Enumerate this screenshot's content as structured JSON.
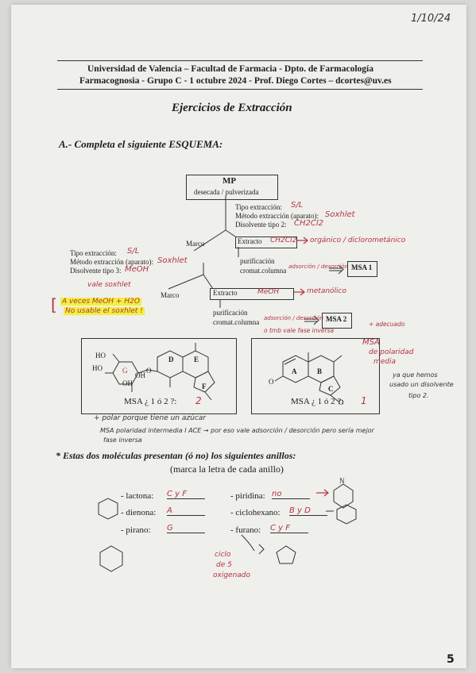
{
  "date": "1/10/24",
  "header": {
    "line1": "Universidad de Valencia – Facultad de Farmacia - Dpto. de Farmacología",
    "line2": "Farmacognosia - Grupo C - 1 octubre 2024 - Prof. Diego Cortes – dcortes@uv.es"
  },
  "title": "Ejercicios de Extracción",
  "section_a": "A.- Completa el siguiente ESQUEMA:",
  "scheme": {
    "mp": "MP",
    "mp_sub": "desecada / pulverizada",
    "top_tipo": "Tipo extracción:",
    "top_tipo_ans": "S/L",
    "top_metodo": "Método extracción (aparato):",
    "top_metodo_ans": "Soxhlet",
    "top_disolvente": "Disolvente tipo 2:",
    "top_disolvente_ans": "CH2Cl2",
    "marco1": "Marco",
    "extracto1": "Extracto",
    "extracto1_ans": "CH2Cl2",
    "extracto1_note": "orgánico / diclorometánico",
    "purif1_a": "purificación",
    "purif1_b": "cromat.columna",
    "purif1_ans": "adsorción / desorción",
    "msa1": "MSA 1",
    "left_tipo": "Tipo extracción:",
    "left_tipo_ans": "S/L",
    "left_metodo": "Método extracción (aparato):",
    "left_metodo_ans": "Soxhlet",
    "left_disolvente": "Disolvente tipo 3:",
    "left_disolvente_ans": "MeOH",
    "left_note1": "vale soxhlet",
    "left_hl1": "A veces MeOH + H2O",
    "left_hl2": "No usable el soxhlet !",
    "marco2": "Marco",
    "extracto2": "Extracto",
    "extracto2_ans": "MeOH",
    "extracto2_note": "metanólico",
    "purif2_a": "purificación",
    "purif2_b": "cromat.columna",
    "purif2_ans": "adsorción / desorción",
    "msa2": "MSA 2",
    "msa2_note": "o tmb vale fase inversa",
    "msa2_note2": "+ adecuado"
  },
  "molecules": {
    "left_labels": {
      "ho1": "HO",
      "ho2": "HO",
      "o": "O",
      "oh1": "OH",
      "oh2": "OH",
      "d": "D",
      "e": "E",
      "f": "F",
      "g": "G"
    },
    "left_question": "MSA ¿ 1 ó 2 ?:",
    "left_answer": "2",
    "right_labels": {
      "a": "A",
      "b": "B",
      "c": "C",
      "o1": "O",
      "o2": "O"
    },
    "right_question": "MSA ¿ 1 ó 2 ?:",
    "right_answer": "1",
    "right_note1": "MSA",
    "right_note2": "de polaridad",
    "right_note3": "media",
    "right_note4": "ya que hemos",
    "right_note5": "usado un disolvente",
    "right_note6": "tipo 2."
  },
  "notes": {
    "n1": "+ polar porque tiene un azúcar",
    "n2": "MSA polaridad intermedia I ACE → por eso vale adsorción / desorción pero sería mejor",
    "n3": "fase inversa"
  },
  "section_rings": {
    "title": "* Estas dos moléculas presentan (ó no) los siguientes anillos:",
    "subtitle": "(marca la letra de cada anillo)",
    "lactona": "- lactona:",
    "lactona_ans": "C y F",
    "dienona": "- dienona:",
    "dienona_ans": "A",
    "pirano": "- pirano:",
    "pirano_ans": "G",
    "piridina": "- piridina:",
    "piridina_ans": "no",
    "ciclohexano": "- ciclohexano:",
    "ciclohexano_ans": "B y D",
    "furano": "- furano:",
    "furano_ans": "C y F",
    "furano_note1": "ciclo",
    "furano_note2": "de 5",
    "furano_note3": "oxigenado",
    "pyridine_n": "N"
  },
  "page_mark": "5"
}
